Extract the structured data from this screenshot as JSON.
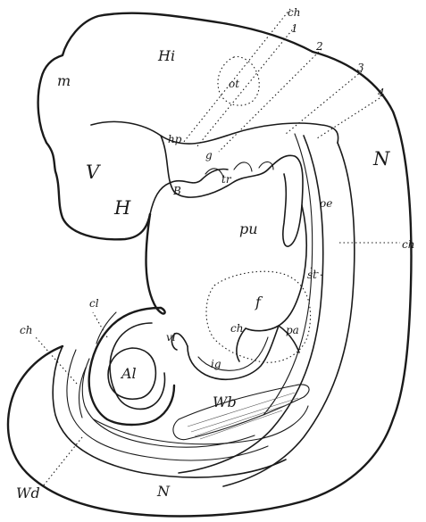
{
  "labels": {
    "ch_top": "ch",
    "n1": "1",
    "n2": "2",
    "n3": "3",
    "n4": "4",
    "Hi": "Hi",
    "m": "m",
    "ot": "ot",
    "hp": "hp",
    "g": "g",
    "B": "B",
    "tr": "tr",
    "V": "V",
    "H": "H",
    "N_right": "N",
    "oe": "oe",
    "pu": "pu",
    "ch_right": "ch",
    "st": "st",
    "f": "f",
    "ch_mid": "ch",
    "pa": "pa",
    "cl": "cl",
    "ch_left": "ch",
    "vi": "vi",
    "Al": "Al",
    "ig": "ig",
    "Wb": "Wb",
    "Wd": "Wd",
    "N_bottom": "N"
  }
}
